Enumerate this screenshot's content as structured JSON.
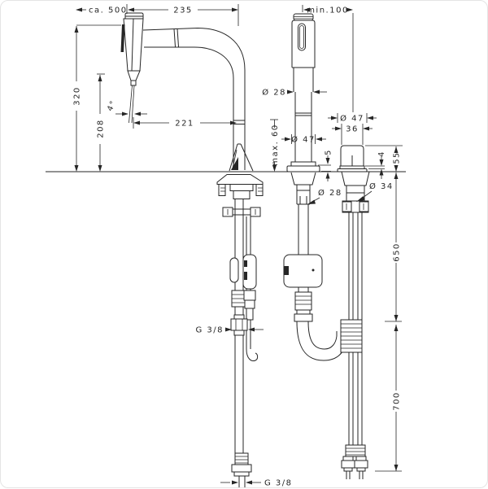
{
  "drawing": {
    "title": "Kitchen mixer installation dimension drawing",
    "background_color": "#ffffff",
    "line_color": "#262626",
    "labels": {
      "pullout_length": "ca. 500",
      "spout_reach": "235",
      "min_clearance": "min.100",
      "spout_height": "320",
      "outlet_height": "208",
      "spray_angle": "4°",
      "outlet_reach": "221",
      "spray_head_diameter": "Ø 28",
      "max_deck_thickness": "max. 60",
      "holder_escutcheon_diameter": "Ø 47",
      "holder_escutcheon_height": "5",
      "handle_diameter": "Ø 47",
      "handle_body_width": "36",
      "handle_ring_height": "4",
      "handle_height": "55",
      "holder_shank_diameter": "Ø 28",
      "handle_shank_diameter": "Ø 34",
      "hose_length_upper": "650",
      "hose_length_lower": "700",
      "supply_thread_side": "G 3/8",
      "supply_thread_bottom": "G 3/8"
    }
  }
}
